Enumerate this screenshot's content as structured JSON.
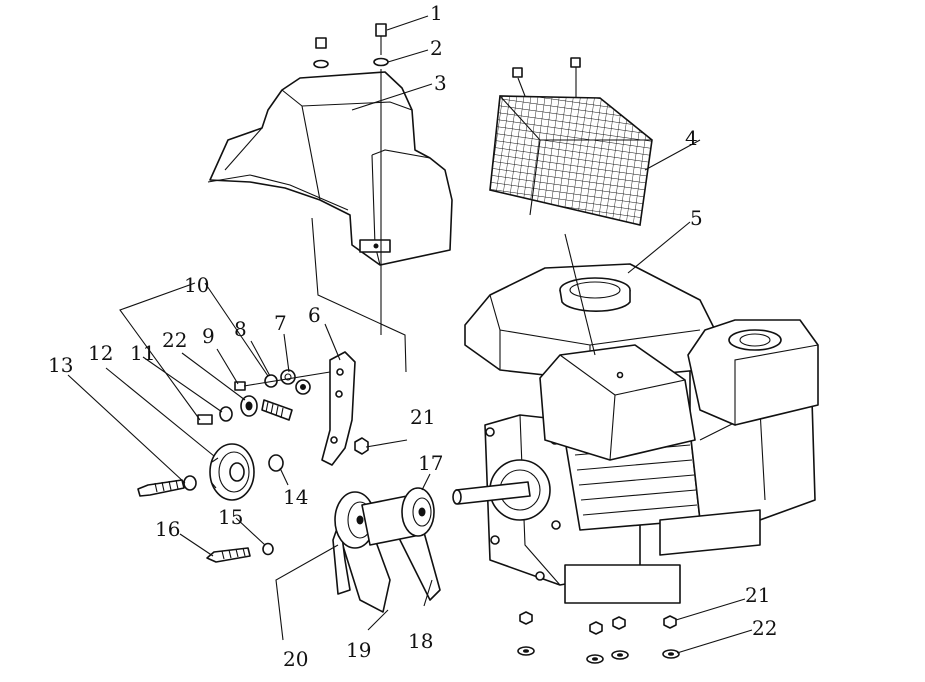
{
  "callouts": {
    "c1": "1",
    "c2": "2",
    "c3": "3",
    "c4": "4",
    "c5": "5",
    "c6": "6",
    "c7": "7",
    "c8": "8",
    "c9": "9",
    "c10": "10",
    "c11": "11",
    "c12": "12",
    "c13": "13",
    "c14": "14",
    "c15": "15",
    "c16": "16",
    "c17": "17",
    "c18": "18",
    "c19": "19",
    "c20": "20",
    "c21a": "21",
    "c21b": "21",
    "c22a": "22",
    "c22b": "22"
  },
  "colors": {
    "line": "#111111",
    "background": "#ffffff"
  }
}
